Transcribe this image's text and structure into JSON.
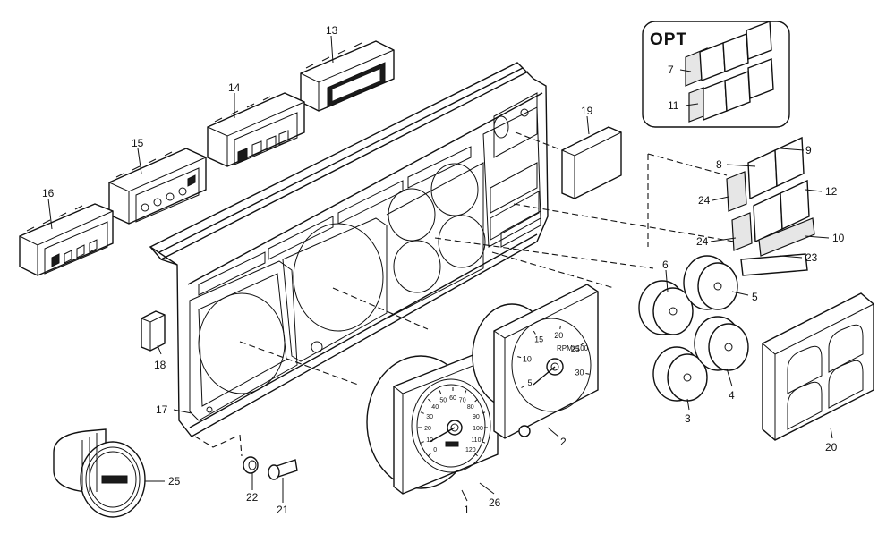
{
  "diagram": {
    "box_label": "OPT",
    "callouts": [
      {
        "id": "c1",
        "text": "1"
      },
      {
        "id": "c2",
        "text": "2"
      },
      {
        "id": "c3",
        "text": "3"
      },
      {
        "id": "c4",
        "text": "4"
      },
      {
        "id": "c5",
        "text": "5"
      },
      {
        "id": "c6",
        "text": "6"
      },
      {
        "id": "c7",
        "text": "7"
      },
      {
        "id": "c8",
        "text": "8"
      },
      {
        "id": "c9",
        "text": "9"
      },
      {
        "id": "c10",
        "text": "10"
      },
      {
        "id": "c11",
        "text": "11"
      },
      {
        "id": "c12",
        "text": "12"
      },
      {
        "id": "c13",
        "text": "13"
      },
      {
        "id": "c14",
        "text": "14"
      },
      {
        "id": "c15",
        "text": "15"
      },
      {
        "id": "c16",
        "text": "16"
      },
      {
        "id": "c17",
        "text": "17"
      },
      {
        "id": "c18",
        "text": "18"
      },
      {
        "id": "c19",
        "text": "19"
      },
      {
        "id": "c20",
        "text": "20"
      },
      {
        "id": "c21",
        "text": "21"
      },
      {
        "id": "c22",
        "text": "22"
      },
      {
        "id": "c23",
        "text": "23"
      },
      {
        "id": "c24a",
        "text": "24"
      },
      {
        "id": "c24b",
        "text": "24"
      },
      {
        "id": "c25",
        "text": "25"
      },
      {
        "id": "c26",
        "text": "26"
      }
    ],
    "speedometer_scale": [
      "0",
      "10",
      "20",
      "30",
      "40",
      "50",
      "60",
      "70",
      "80",
      "90",
      "100",
      "110",
      "120"
    ],
    "tachometer_scale": [
      "5",
      "10",
      "15",
      "20",
      "25",
      "30"
    ],
    "tachometer_unit": "RPMx100"
  }
}
